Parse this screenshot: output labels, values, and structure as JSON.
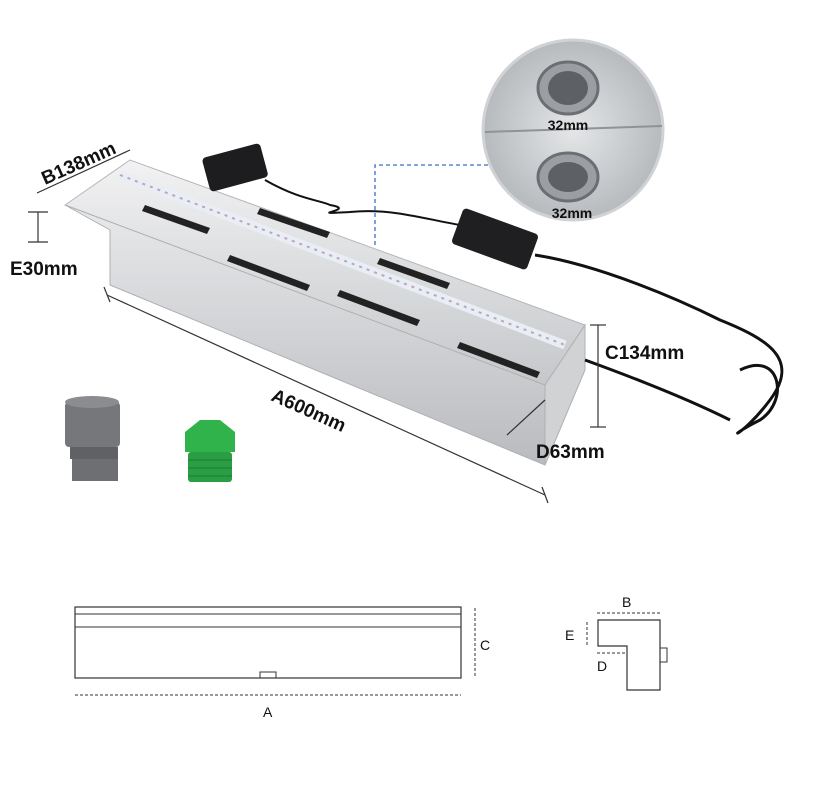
{
  "product_photo": {
    "dim_a": "A600mm",
    "dim_b": "B138mm",
    "dim_c": "C134mm",
    "dim_d": "D63mm",
    "dim_e": "E30mm",
    "thread_top": "32mm",
    "thread_bottom": "32mm"
  },
  "schematic": {
    "front_a": "A",
    "front_c": "C",
    "side_b": "B",
    "side_d": "D",
    "side_e": "E"
  },
  "colors": {
    "steel": "#d9dadc",
    "green_plug": "#2fb34a",
    "grey_adapter": "#6e7073",
    "dashed_line": "#3a6fc4"
  }
}
